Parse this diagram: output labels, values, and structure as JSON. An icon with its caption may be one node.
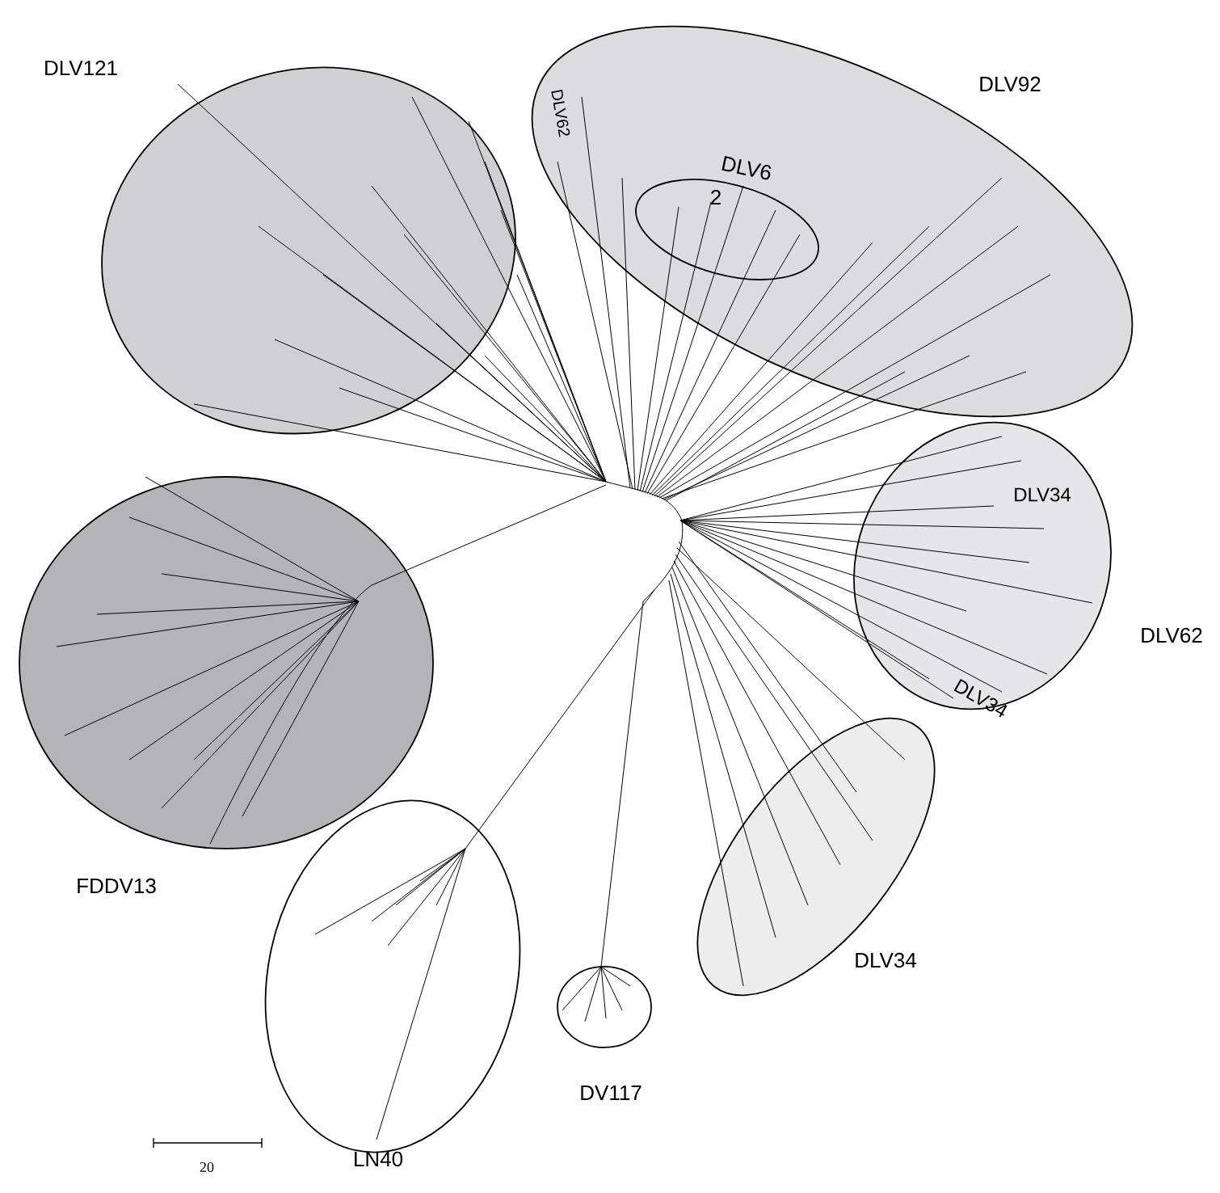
{
  "diagram": {
    "nodes": [
      {
        "text": [
          "DLV121"
        ]
      },
      {
        "text": [
          "DLV92"
        ]
      },
      {
        "text": [
          "DLV6",
          "2"
        ],
        "in": 1
      },
      {
        "text": [
          "DLV62"
        ]
      },
      {
        "text": [
          "DLV34"
        ]
      },
      {
        "text": [
          "DV117"
        ]
      },
      {
        "text": [
          "LN40"
        ]
      },
      {
        "text": [
          "FDDV13"
        ]
      }
    ],
    "labels": [
      "DLV62",
      "DLV34",
      "DLV34",
      "20"
    ]
  }
}
